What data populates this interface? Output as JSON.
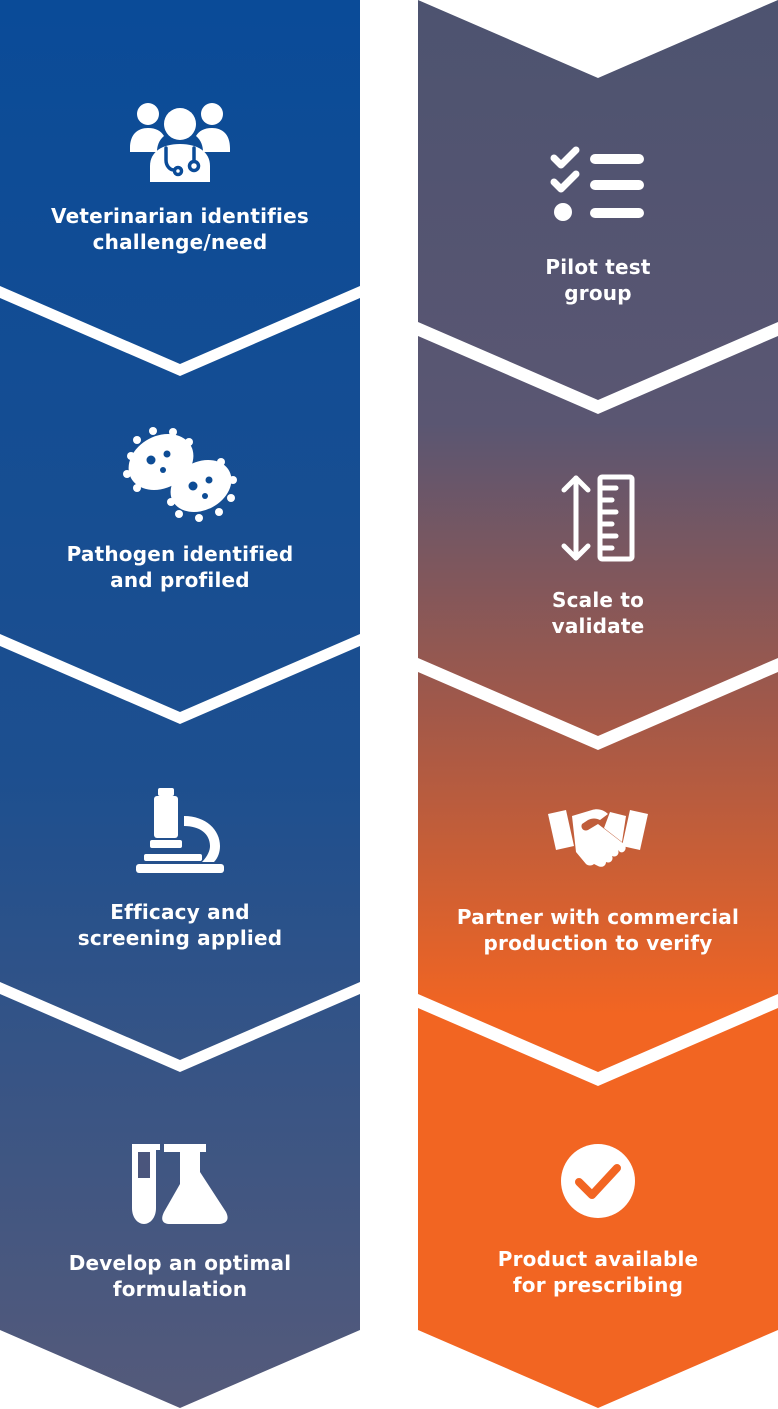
{
  "colors": {
    "left_top": "#0a4b98",
    "left_bottom": "#555a7a",
    "right_top": "#4d5370",
    "right_mid": "#a0584a",
    "right_bottom": "#f26522",
    "separator": "#ffffff",
    "text": "#ffffff"
  },
  "left_column": {
    "steps": [
      {
        "label_line1": "Veterinarian identifies",
        "label_line2": "challenge/need",
        "icon": "veterinarian-team-icon"
      },
      {
        "label_line1": "Pathogen identified",
        "label_line2": "and profiled",
        "icon": "pathogen-icon"
      },
      {
        "label_line1": "Efficacy and",
        "label_line2": "screening applied",
        "icon": "microscope-icon"
      },
      {
        "label_line1": "Develop an optimal",
        "label_line2": "formulation",
        "icon": "lab-flask-icon"
      }
    ]
  },
  "right_column": {
    "steps": [
      {
        "label_line1": "Pilot test",
        "label_line2": "group",
        "icon": "checklist-icon"
      },
      {
        "label_line1": "Scale to",
        "label_line2": "validate",
        "icon": "scale-ruler-icon"
      },
      {
        "label_line1": "Partner with commercial",
        "label_line2": "production to verify",
        "icon": "handshake-icon"
      },
      {
        "label_line1": "Product available",
        "label_line2": "for prescribing",
        "icon": "checkmark-circle-icon"
      }
    ]
  }
}
